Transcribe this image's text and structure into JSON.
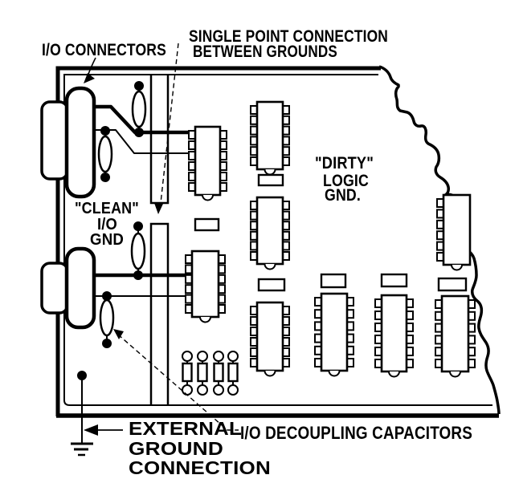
{
  "figure": {
    "type": "pcb-grounding-scheme-diagram",
    "background": "#ffffff",
    "ink": "#000000",
    "labels": {
      "io_connectors": "I/O CONNECTORS",
      "single_point_connection_line1": "SINGLE POINT CONNECTION",
      "single_point_connection_line2": "BETWEEN GROUNDS",
      "clean_gnd_line1": "\"CLEAN\"",
      "clean_gnd_line2": "I/O",
      "clean_gnd_line3": "GND",
      "dirty_gnd_line1": "\"DIRTY\"",
      "dirty_gnd_line2": "LOGIC",
      "dirty_gnd_line3": "GND.",
      "external_ground_line1": "EXTERNAL",
      "external_ground_line2": "GROUND",
      "external_ground_line3": "CONNECTION",
      "io_decoupling_capacitors": "I/O DECOUPLING CAPACITORS"
    }
  }
}
